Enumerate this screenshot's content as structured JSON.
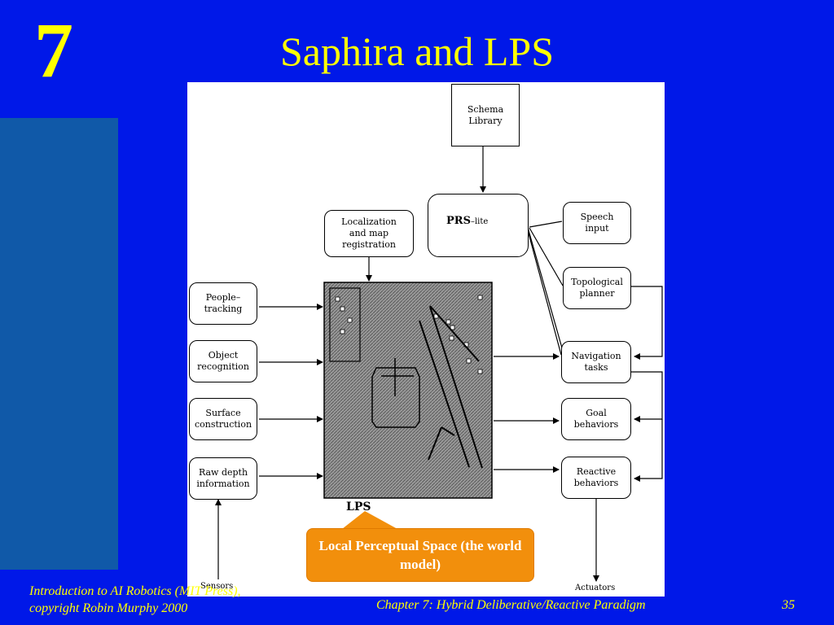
{
  "slide": {
    "chapter_number": "7",
    "title": "Saphira and LPS"
  },
  "diagram": {
    "schema_library": [
      "Schema",
      "Library"
    ],
    "prs_main": "PRS",
    "prs_sub": "–lite",
    "localization": [
      "Localization",
      "and map",
      "registration"
    ],
    "speech_input": [
      "Speech",
      "input"
    ],
    "topological_planner": [
      "Topological",
      "planner"
    ],
    "people_tracking": [
      "People–",
      "tracking"
    ],
    "object_recognition": [
      "Object",
      "recognition"
    ],
    "surface_construction": [
      "Surface",
      "construction"
    ],
    "raw_depth": [
      "Raw depth",
      "information"
    ],
    "navigation_tasks": [
      "Navigation",
      "tasks"
    ],
    "goal_behaviors": [
      "Goal",
      "behaviors"
    ],
    "reactive_behaviors": [
      "Reactive",
      "behaviors"
    ],
    "lps_label": "LPS",
    "sensors_label": "Sensors",
    "actuators_label": "Actuators"
  },
  "callout": {
    "text": "Local Perceptual Space (the world model)"
  },
  "footer": {
    "left_line1": "Introduction to AI Robotics (MIT Press),",
    "left_line2": "copyright Robin Murphy 2000",
    "center": "Chapter 7: Hybrid Deliberative/Reactive Paradigm",
    "page": "35"
  },
  "colors": {
    "background": "#0018e8",
    "title_text": "#ffff00",
    "side_bar": "#1059a8",
    "callout_fill": "#f28f0c"
  }
}
